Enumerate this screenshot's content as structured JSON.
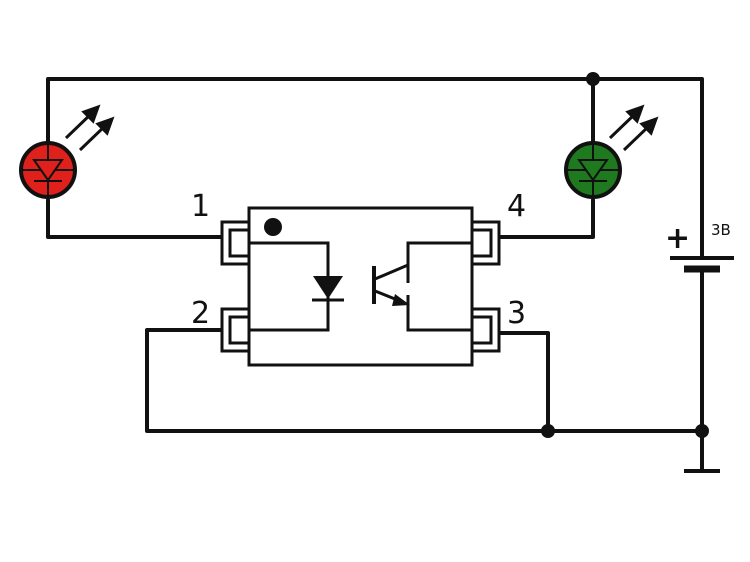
{
  "pins": {
    "p1": "1",
    "p2": "2",
    "p3": "3",
    "p4": "4"
  },
  "battery": {
    "voltage_label": "3В",
    "plus_label": "+"
  },
  "colors": {
    "wire": "#111111",
    "led_red": "#e0201a",
    "led_green": "#1f7a1f"
  },
  "icons": {
    "left_led": "red-led-icon",
    "right_led": "green-led-icon",
    "opto_diode": "diode-icon",
    "opto_transistor": "npn-transistor-icon",
    "battery": "battery-icon",
    "ground": "ground-icon"
  }
}
